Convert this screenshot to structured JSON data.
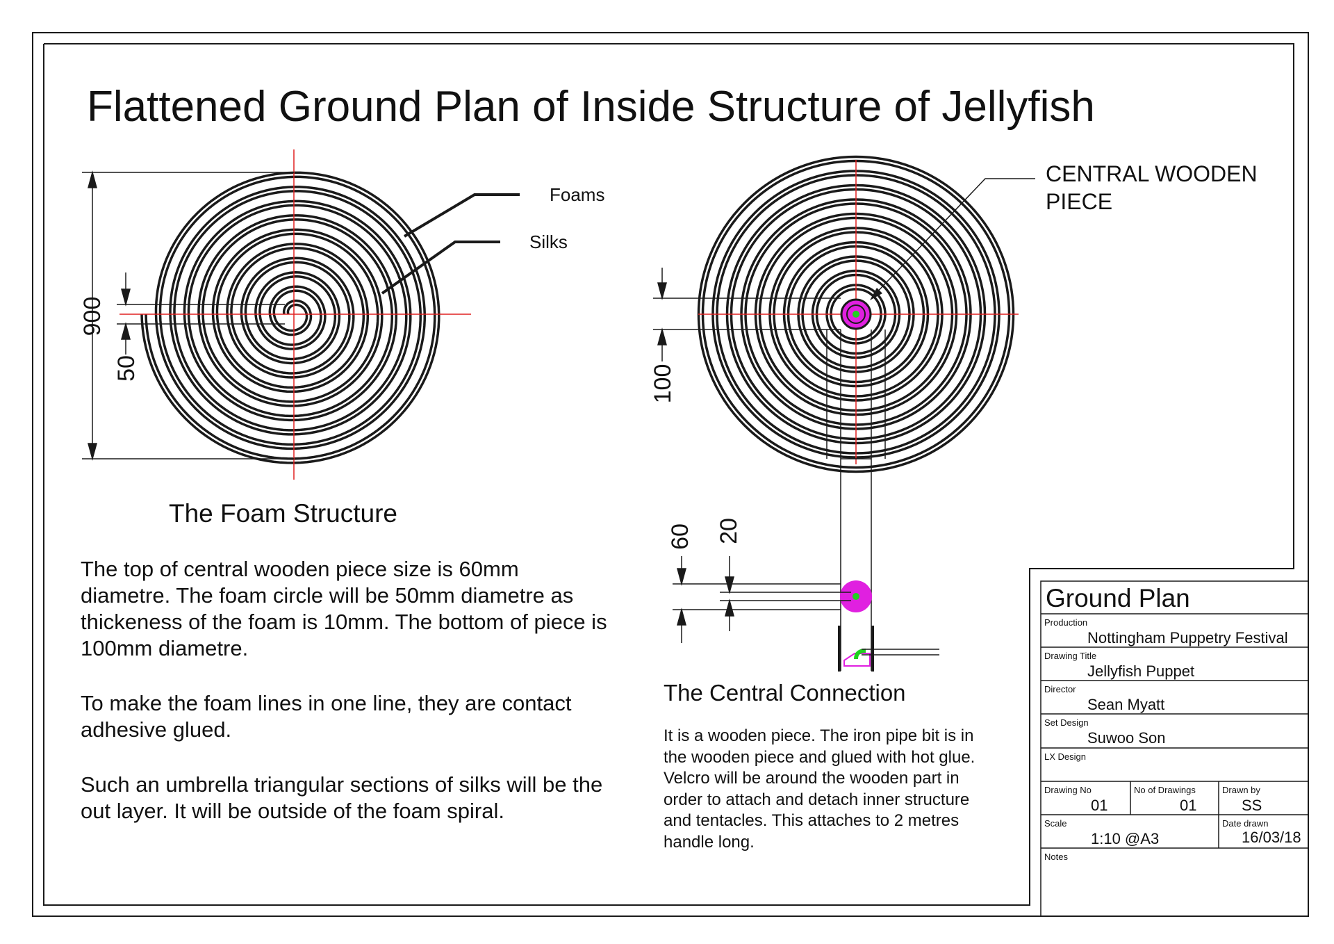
{
  "title": "Flattened Ground Plan of Inside Structure of Jellyfish",
  "labels": {
    "foams": "Foams",
    "silks": "Silks",
    "central_wooden_piece": "CENTRAL WOODEN PIECE"
  },
  "dimensions": {
    "d900": "900",
    "d50": "50",
    "d100": "100",
    "d60": "60",
    "d20": "20"
  },
  "captions": {
    "foam_structure": "The Foam Structure",
    "central_connection": "The Central Connection"
  },
  "paragraphs": {
    "p1": "The top of central wooden piece size is 60mm diametre. The foam circle will be 50mm diametre as thickeness of the foam is 10mm. The bottom of piece is 100mm diametre.",
    "p2": "To make the foam lines in one line, they are contact adhesive glued.",
    "p3": "Such an umbrella triangular sections of silks will be the out layer. It will be outside of the foam spiral.",
    "central_note": "It is a wooden piece. The iron pipe bit is in the wooden piece and glued with hot glue. Velcro will be around the wooden part in order to attach and detach inner structure and tentacles. This attaches to 2 metres handle long."
  },
  "title_block": {
    "heading": "Ground Plan",
    "production_label": "Production",
    "production": "Nottingham Puppetry Festival",
    "drawing_title_label": "Drawing Title",
    "drawing_title": "Jellyfish Puppet",
    "director_label": "Director",
    "director": "Sean Myatt",
    "set_design_label": "Set Design",
    "set_design": "Suwoo Son",
    "lx_design_label": "LX Design",
    "drawing_no_label": "Drawing No",
    "drawing_no": "01",
    "no_of_drawings_label": "No of Drawings",
    "no_of_drawings": "01",
    "drawn_by_label": "Drawn by",
    "drawn_by": "SS",
    "scale_label": "Scale",
    "scale": "1:10 @A3",
    "date_drawn_label": "Date drawn",
    "date_drawn": "16/03/18",
    "notes_label": "Notes"
  },
  "colors": {
    "line": "#1a1a1a",
    "centerline": "#e02020",
    "wooden_piece": "#e020e0",
    "center_dot": "#20d020"
  }
}
